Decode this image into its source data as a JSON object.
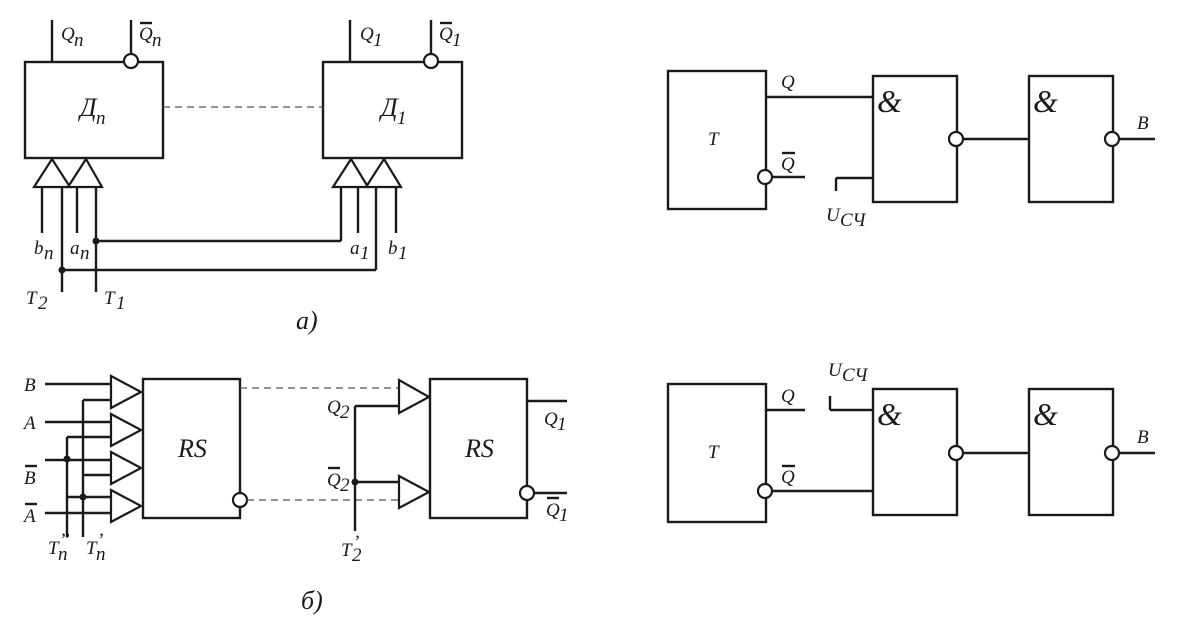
{
  "colors": {
    "ink": "#1a1a1a",
    "background": "#ffffff"
  },
  "diagram_a": {
    "caption": "а)",
    "block_n": {
      "label": "Д",
      "sub": "n"
    },
    "block_1": {
      "label": "Д",
      "sub": "1"
    },
    "outputs_n": {
      "q": "Q",
      "q_sub": "n",
      "qbar": "Q",
      "qbar_sub": "n"
    },
    "outputs_1": {
      "q": "Q",
      "q_sub": "1",
      "qbar": "Q",
      "qbar_sub": "1"
    },
    "inputs_n": {
      "b": "b",
      "b_sub": "n",
      "a": "a",
      "a_sub": "n"
    },
    "inputs_1": {
      "a": "a",
      "a_sub": "1",
      "b": "b",
      "b_sub": "1"
    },
    "clocks": {
      "t2": "T",
      "t2_sub": "2",
      "t1": "T",
      "t1_sub": "1"
    }
  },
  "diagram_b": {
    "caption": "б)",
    "left_rs": "RS",
    "right_rs": "RS",
    "inputs": {
      "b": "B",
      "a": "A",
      "bbar": "B",
      "abar": "A"
    },
    "clocks": {
      "tn2": "T",
      "tn2_sub": "n",
      "tn2_sup": "’’",
      "tn1": "T",
      "tn1_sub": "n",
      "tn1_sup": "’"
    },
    "middle": {
      "q2": "Q",
      "q2_sub": "2",
      "q2bar": "Q",
      "q2bar_sub": "2",
      "t2": "T",
      "t2_sub": "2",
      "t2_sup": "’"
    },
    "outputs": {
      "q1": "Q",
      "q1_sub": "1",
      "q1bar": "Q",
      "q1bar_sub": "1"
    }
  },
  "diagram_top_right": {
    "t_block": "T",
    "q": "Q",
    "qbar": "Q",
    "gate1": "&",
    "gate2": "&",
    "u": "U",
    "u_sub": "СЧ",
    "out": "B"
  },
  "diagram_bottom_right": {
    "t_block": "T",
    "q": "Q",
    "qbar": "Q",
    "gate1": "&",
    "gate2": "&",
    "u": "U",
    "u_sub": "СЧ",
    "out": "B"
  }
}
